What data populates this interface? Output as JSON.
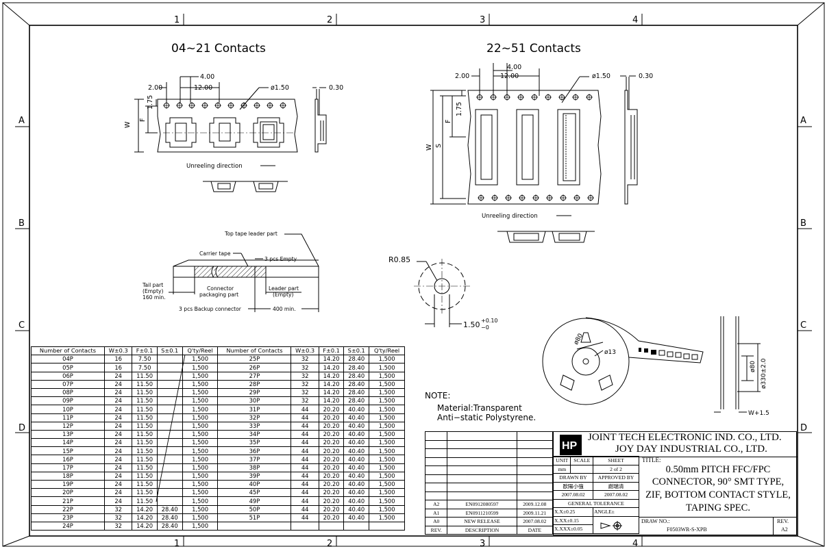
{
  "grid": {
    "cols": [
      "1",
      "2",
      "3",
      "4"
    ],
    "rows": [
      "A",
      "B",
      "C",
      "D"
    ]
  },
  "views": {
    "left_title": "04~21  Contacts",
    "right_title": "22~51  Contacts",
    "dim_400": "4.00",
    "dim_200": "2.00",
    "dim_1200": "12.00",
    "dim_hole": "ø1.50",
    "dim_030": "0.30",
    "dim_w": "W",
    "dim_f": "F",
    "dim_s": "S",
    "dim_175": "1.75",
    "unreeling": "Unreeling  direction"
  },
  "tape_diagram": {
    "top_leader": "Top tape leader part",
    "carrier": "Carrier tape",
    "empty3": "3 pcs Empty",
    "tail1": "Tail part",
    "tail2": "(Empty)",
    "tail3": "160 min.",
    "conn1": "Connector",
    "conn2": "packaging part",
    "lead1": "Leader part",
    "lead2": "(Empty)",
    "backup": "3 pcs Backup connector",
    "min400": "400 min."
  },
  "hole_detail": {
    "r085": "R0.85",
    "d150": "1.50",
    "tol_up": "+0.10",
    "tol_dn": "−0"
  },
  "reel": {
    "d13": "ø13",
    "d80": "ø80",
    "d80b": "ø80",
    "d330": "ø330±2.0",
    "w15": "W+1.5"
  },
  "note": {
    "label": "NOTE:",
    "line1": "Material:Transparent",
    "line2": "Anti−static  Polystyrene."
  },
  "contact_table": {
    "headers": [
      "Number of Contacts",
      "W±0.3",
      "F±0.1",
      "S±0.1",
      "Q'ty/Reel",
      "Number of Contacts",
      "W±0.3",
      "F±0.1",
      "S±0.1",
      "Q'ty/Reel"
    ],
    "rows": [
      [
        "04P",
        "16",
        "7.50",
        "",
        "1,500",
        "25P",
        "32",
        "14.20",
        "28.40",
        "1,500"
      ],
      [
        "05P",
        "16",
        "7.50",
        "",
        "1,500",
        "26P",
        "32",
        "14.20",
        "28.40",
        "1,500"
      ],
      [
        "06P",
        "24",
        "11.50",
        "",
        "1,500",
        "27P",
        "32",
        "14.20",
        "28.40",
        "1,500"
      ],
      [
        "07P",
        "24",
        "11.50",
        "",
        "1,500",
        "28P",
        "32",
        "14.20",
        "28.40",
        "1,500"
      ],
      [
        "08P",
        "24",
        "11.50",
        "",
        "1,500",
        "29P",
        "32",
        "14.20",
        "28.40",
        "1,500"
      ],
      [
        "09P",
        "24",
        "11.50",
        "",
        "1,500",
        "30P",
        "32",
        "14.20",
        "28.40",
        "1,500"
      ],
      [
        "10P",
        "24",
        "11.50",
        "",
        "1,500",
        "31P",
        "44",
        "20.20",
        "40.40",
        "1,500"
      ],
      [
        "11P",
        "24",
        "11.50",
        "",
        "1,500",
        "32P",
        "44",
        "20.20",
        "40.40",
        "1,500"
      ],
      [
        "12P",
        "24",
        "11.50",
        "",
        "1,500",
        "33P",
        "44",
        "20.20",
        "40.40",
        "1,500"
      ],
      [
        "13P",
        "24",
        "11.50",
        "",
        "1,500",
        "34P",
        "44",
        "20.20",
        "40.40",
        "1,500"
      ],
      [
        "14P",
        "24",
        "11.50",
        "",
        "1,500",
        "35P",
        "44",
        "20.20",
        "40.40",
        "1,500"
      ],
      [
        "15P",
        "24",
        "11.50",
        "",
        "1,500",
        "36P",
        "44",
        "20.20",
        "40.40",
        "1,500"
      ],
      [
        "16P",
        "24",
        "11.50",
        "",
        "1,500",
        "37P",
        "44",
        "20.20",
        "40.40",
        "1,500"
      ],
      [
        "17P",
        "24",
        "11.50",
        "",
        "1,500",
        "38P",
        "44",
        "20.20",
        "40.40",
        "1,500"
      ],
      [
        "18P",
        "24",
        "11.50",
        "",
        "1,500",
        "39P",
        "44",
        "20.20",
        "40.40",
        "1,500"
      ],
      [
        "19P",
        "24",
        "11.50",
        "",
        "1,500",
        "40P",
        "44",
        "20.20",
        "40.40",
        "1,500"
      ],
      [
        "20P",
        "24",
        "11.50",
        "",
        "1,500",
        "45P",
        "44",
        "20.20",
        "40.40",
        "1,500"
      ],
      [
        "21P",
        "24",
        "11.50",
        "",
        "1,500",
        "49P",
        "44",
        "20.20",
        "40.40",
        "1,500"
      ],
      [
        "22P",
        "32",
        "14.20",
        "28.40",
        "1,500",
        "50P",
        "44",
        "20.20",
        "40.40",
        "1,500"
      ],
      [
        "23P",
        "32",
        "14.20",
        "28.40",
        "1,500",
        "51P",
        "44",
        "20.20",
        "40.40",
        "1,500"
      ],
      [
        "24P",
        "32",
        "14.20",
        "28.40",
        "1,500",
        "",
        "",
        "",
        "",
        ""
      ]
    ]
  },
  "revision": {
    "rows": [
      [
        "A2",
        "EN0912080597",
        "2009.12.08"
      ],
      [
        "A1",
        "EN0911210599",
        "2009.11.21"
      ],
      [
        "A0",
        "NEW RELEASE",
        "2007.08.02"
      ]
    ],
    "header": [
      "REV.",
      "DESCRIPTION",
      "DATE"
    ]
  },
  "title_block": {
    "company1": "JOINT TECH ELECTRONIC IND. CO., LTD.",
    "company2": "JOY DAY INDUSTRIAL CO., LTD.",
    "unit_label": "UNIT",
    "scale_label": "SCALE",
    "sheet_label": "SHEET",
    "unit_val": "mm",
    "sheet_val": "2 of 2",
    "drawn_label": "DRAWN BY",
    "approved_label": "APPROVED BY",
    "drawn_name": "歐陽小強",
    "approved_name": "謝瑞清",
    "drawn_date": "2007.08.02",
    "approved_date": "2007.08.02",
    "gen_tol": "GENERAL TOLERANCE",
    "tol1": "X.X±0.25",
    "tol2": "X.XX±0.15",
    "tol3": "X.XXX±0.05",
    "angle": "ANGLE±",
    "title_label": "TITLE:",
    "title1": "0.50mm PITCH FFC/FPC",
    "title2": "CONNECTOR, 90° SMT TYPE,",
    "title3": "ZIF, BOTTOM CONTACT STYLE,",
    "title4": "TAPING SPEC.",
    "draw_no_label": "DRAW NO.:",
    "draw_no": "F0503WR-S-XPB",
    "rev_label": "REV.",
    "rev_val": "A2"
  }
}
